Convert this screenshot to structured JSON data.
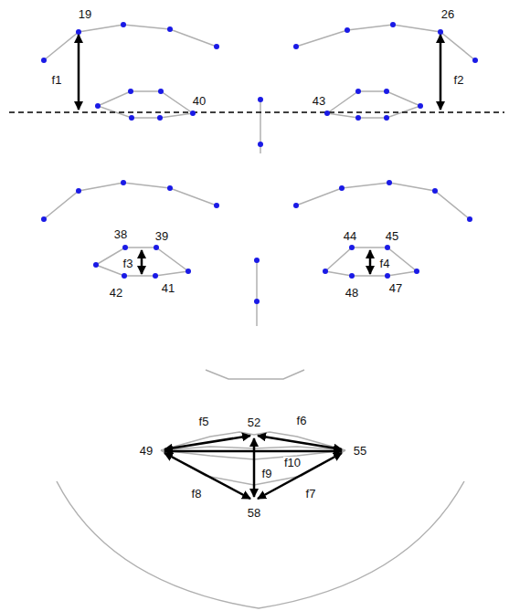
{
  "diagram": {
    "labels": [
      "19",
      "26",
      "f1",
      "40",
      "43",
      "f2",
      "38",
      "39",
      "44",
      "45",
      "f3",
      "f4",
      "42",
      "41",
      "48",
      "47",
      "f5",
      "52",
      "f6",
      "49",
      "55",
      "f10",
      "f9",
      "f8",
      "f7",
      "58"
    ]
  }
}
